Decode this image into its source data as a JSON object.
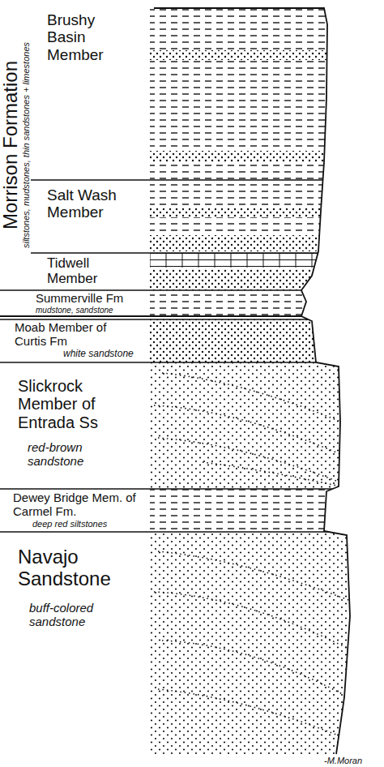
{
  "diagram": {
    "nodes": [
      {
        "text": [
          "Morrison Formation",
          "siltstones, mudstones, thin sandstones + limestones"
        ]
      },
      {
        "text": [
          "Brushy Basin Member"
        ],
        "in": 0
      },
      {
        "text": [
          "Salt Wash Member"
        ],
        "in": 0
      },
      {
        "text": [
          "Tidwell Member"
        ],
        "in": 0
      },
      {
        "text": [
          "Summerville Fm",
          "mudstone, sandstone"
        ]
      },
      {
        "text": [
          "Moab Member of Curtis Fm",
          "white sandstone"
        ]
      },
      {
        "text": [
          "Slickrock Member of Entrada Ss",
          "red-brown sandstone"
        ]
      },
      {
        "text": [
          "Dewey Bridge Mem. of Carmel Fm.",
          "deep red siltstones"
        ]
      },
      {
        "text": [
          "Navajo Sandstone",
          "buff-colored sandstone"
        ]
      }
    ],
    "labels": [
      "-M.Moran"
    ]
  }
}
